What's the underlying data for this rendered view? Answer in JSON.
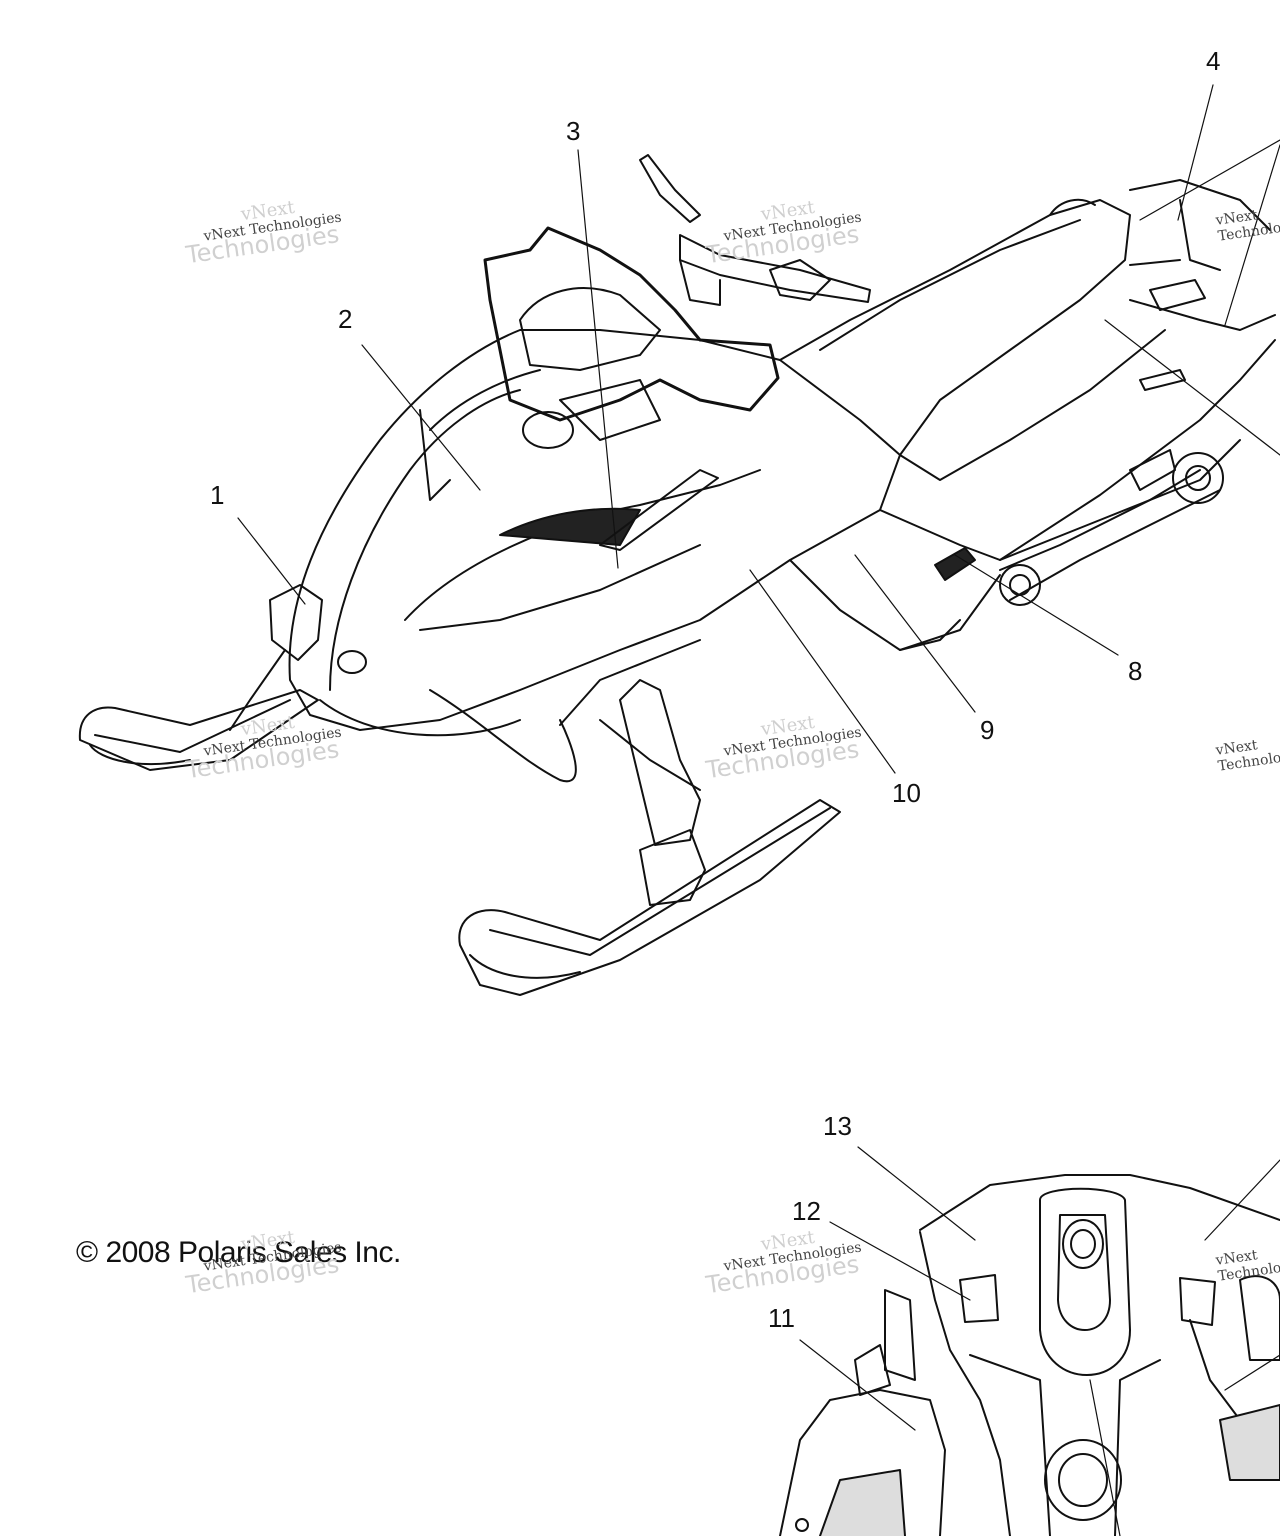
{
  "callouts": [
    {
      "label": "1"
    },
    {
      "label": "2"
    },
    {
      "label": "3"
    },
    {
      "label": "4"
    },
    {
      "label": "8"
    },
    {
      "label": "9"
    },
    {
      "label": "10"
    },
    {
      "label": "11"
    },
    {
      "label": "12"
    },
    {
      "label": "13"
    }
  ],
  "copyright": "© 2008 Polaris Sales Inc.",
  "watermark": {
    "line1": "vNext",
    "line2": "vNext Technologies",
    "line3": "Technologies"
  }
}
